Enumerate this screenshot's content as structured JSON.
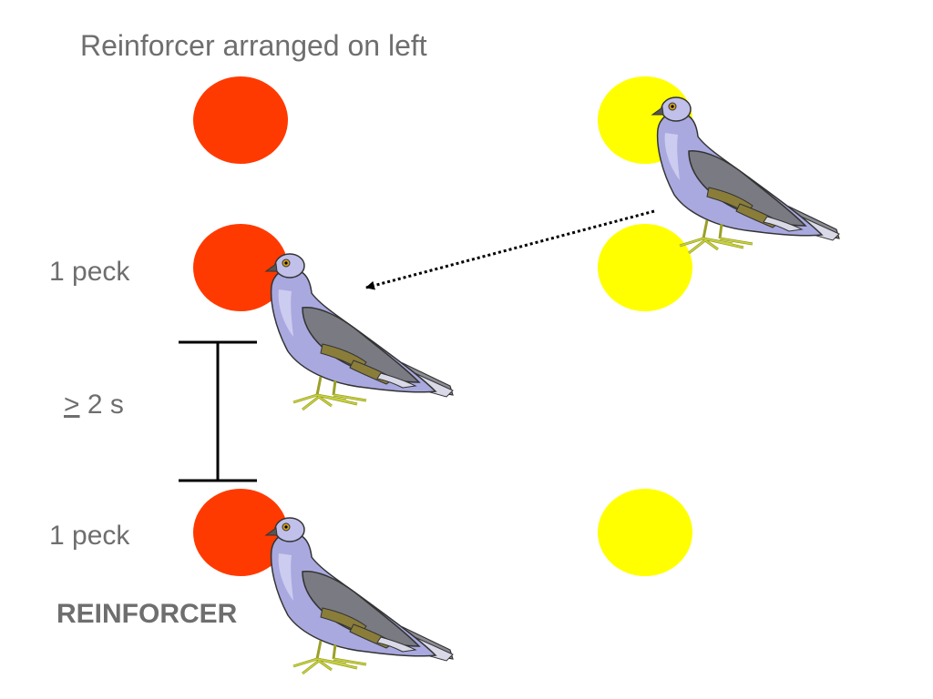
{
  "title": "Reinforcer arranged on left",
  "labels": {
    "first_peck": "1 peck",
    "interval_symbol": ">",
    "interval_value": "2 s",
    "second_peck": "1 peck",
    "outcome": "REINFORCER"
  },
  "colors": {
    "left_key": "#ff3a00",
    "right_key": "#ffff00",
    "text": "#6e6e6e",
    "pigeon_body": "#a9a9e0",
    "pigeon_wing": "#7a7a82",
    "pigeon_band": "#8a7d3a",
    "pigeon_feet": "#c8d23c"
  },
  "icons": [
    "pigeon-icon",
    "response-key",
    "changeover-arrow",
    "interval-bracket"
  ]
}
